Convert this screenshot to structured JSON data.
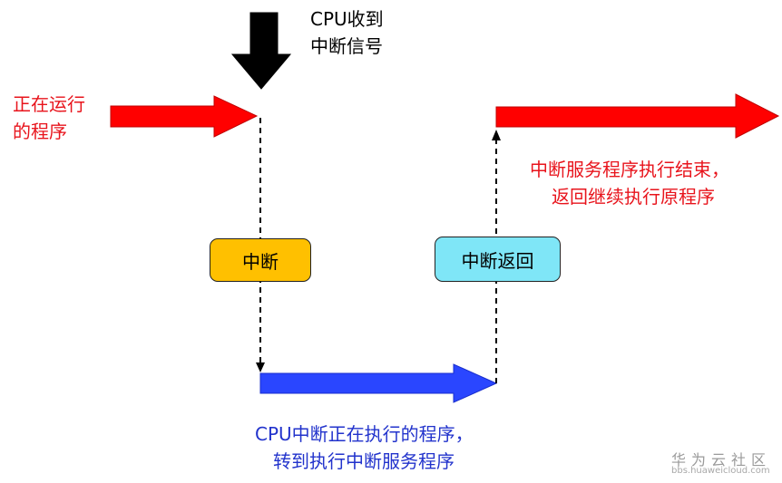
{
  "labels": {
    "cpu_receive_line1": "CPU收到",
    "cpu_receive_line2": "中断信号",
    "running_line1": "正在运行",
    "running_line2": "的程序",
    "isr_done_line1": "中断服务程序执行结束，",
    "isr_done_line2": "返回继续执行原程序",
    "cpu_interrupt_line1": "CPU中断正在执行的程序，",
    "cpu_interrupt_line2": "转到执行中断服务程序"
  },
  "boxes": {
    "interrupt": "中断",
    "interrupt_return": "中断返回"
  },
  "watermark": {
    "title": "华为云社区",
    "url": "bbs.huaweicloud.com"
  },
  "colors": {
    "red": "#ff0000",
    "blue": "#2a46ff",
    "black": "#000000",
    "interrupt_box": "#ffc000",
    "return_box": "#7fe6f7",
    "red_text": "#e8141c",
    "blue_text": "#2233cc"
  }
}
